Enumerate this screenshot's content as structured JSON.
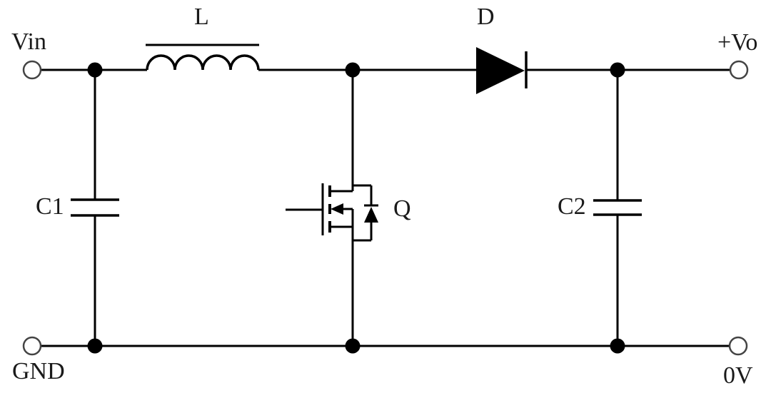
{
  "diagram": {
    "kind": "circuit-schematic",
    "colors": {
      "wire": "#000000",
      "fill": "#000000",
      "terminal_stroke": "#444444",
      "background": "#ffffff",
      "text": "#1a1a1a"
    },
    "labels": {
      "input_terminal": "Vin",
      "inductor": "L",
      "diode": "D",
      "output_terminal": "+Vo",
      "input_capacitor": "C1",
      "switch": "Q",
      "output_capacitor": "C2",
      "ground_terminal": "GND",
      "zero_volt_terminal": "0V"
    },
    "components": [
      {
        "ref": "L",
        "icon": "inductor-symbol"
      },
      {
        "ref": "D",
        "icon": "diode-symbol"
      },
      {
        "ref": "Q",
        "icon": "mosfet-symbol"
      },
      {
        "ref": "C1",
        "icon": "capacitor-symbol"
      },
      {
        "ref": "C2",
        "icon": "capacitor-symbol"
      }
    ],
    "terminals": [
      {
        "label": "Vin",
        "position": "top-left"
      },
      {
        "label": "+Vo",
        "position": "top-right"
      },
      {
        "label": "GND",
        "position": "bottom-left"
      },
      {
        "label": "0V",
        "position": "bottom-right"
      }
    ]
  }
}
